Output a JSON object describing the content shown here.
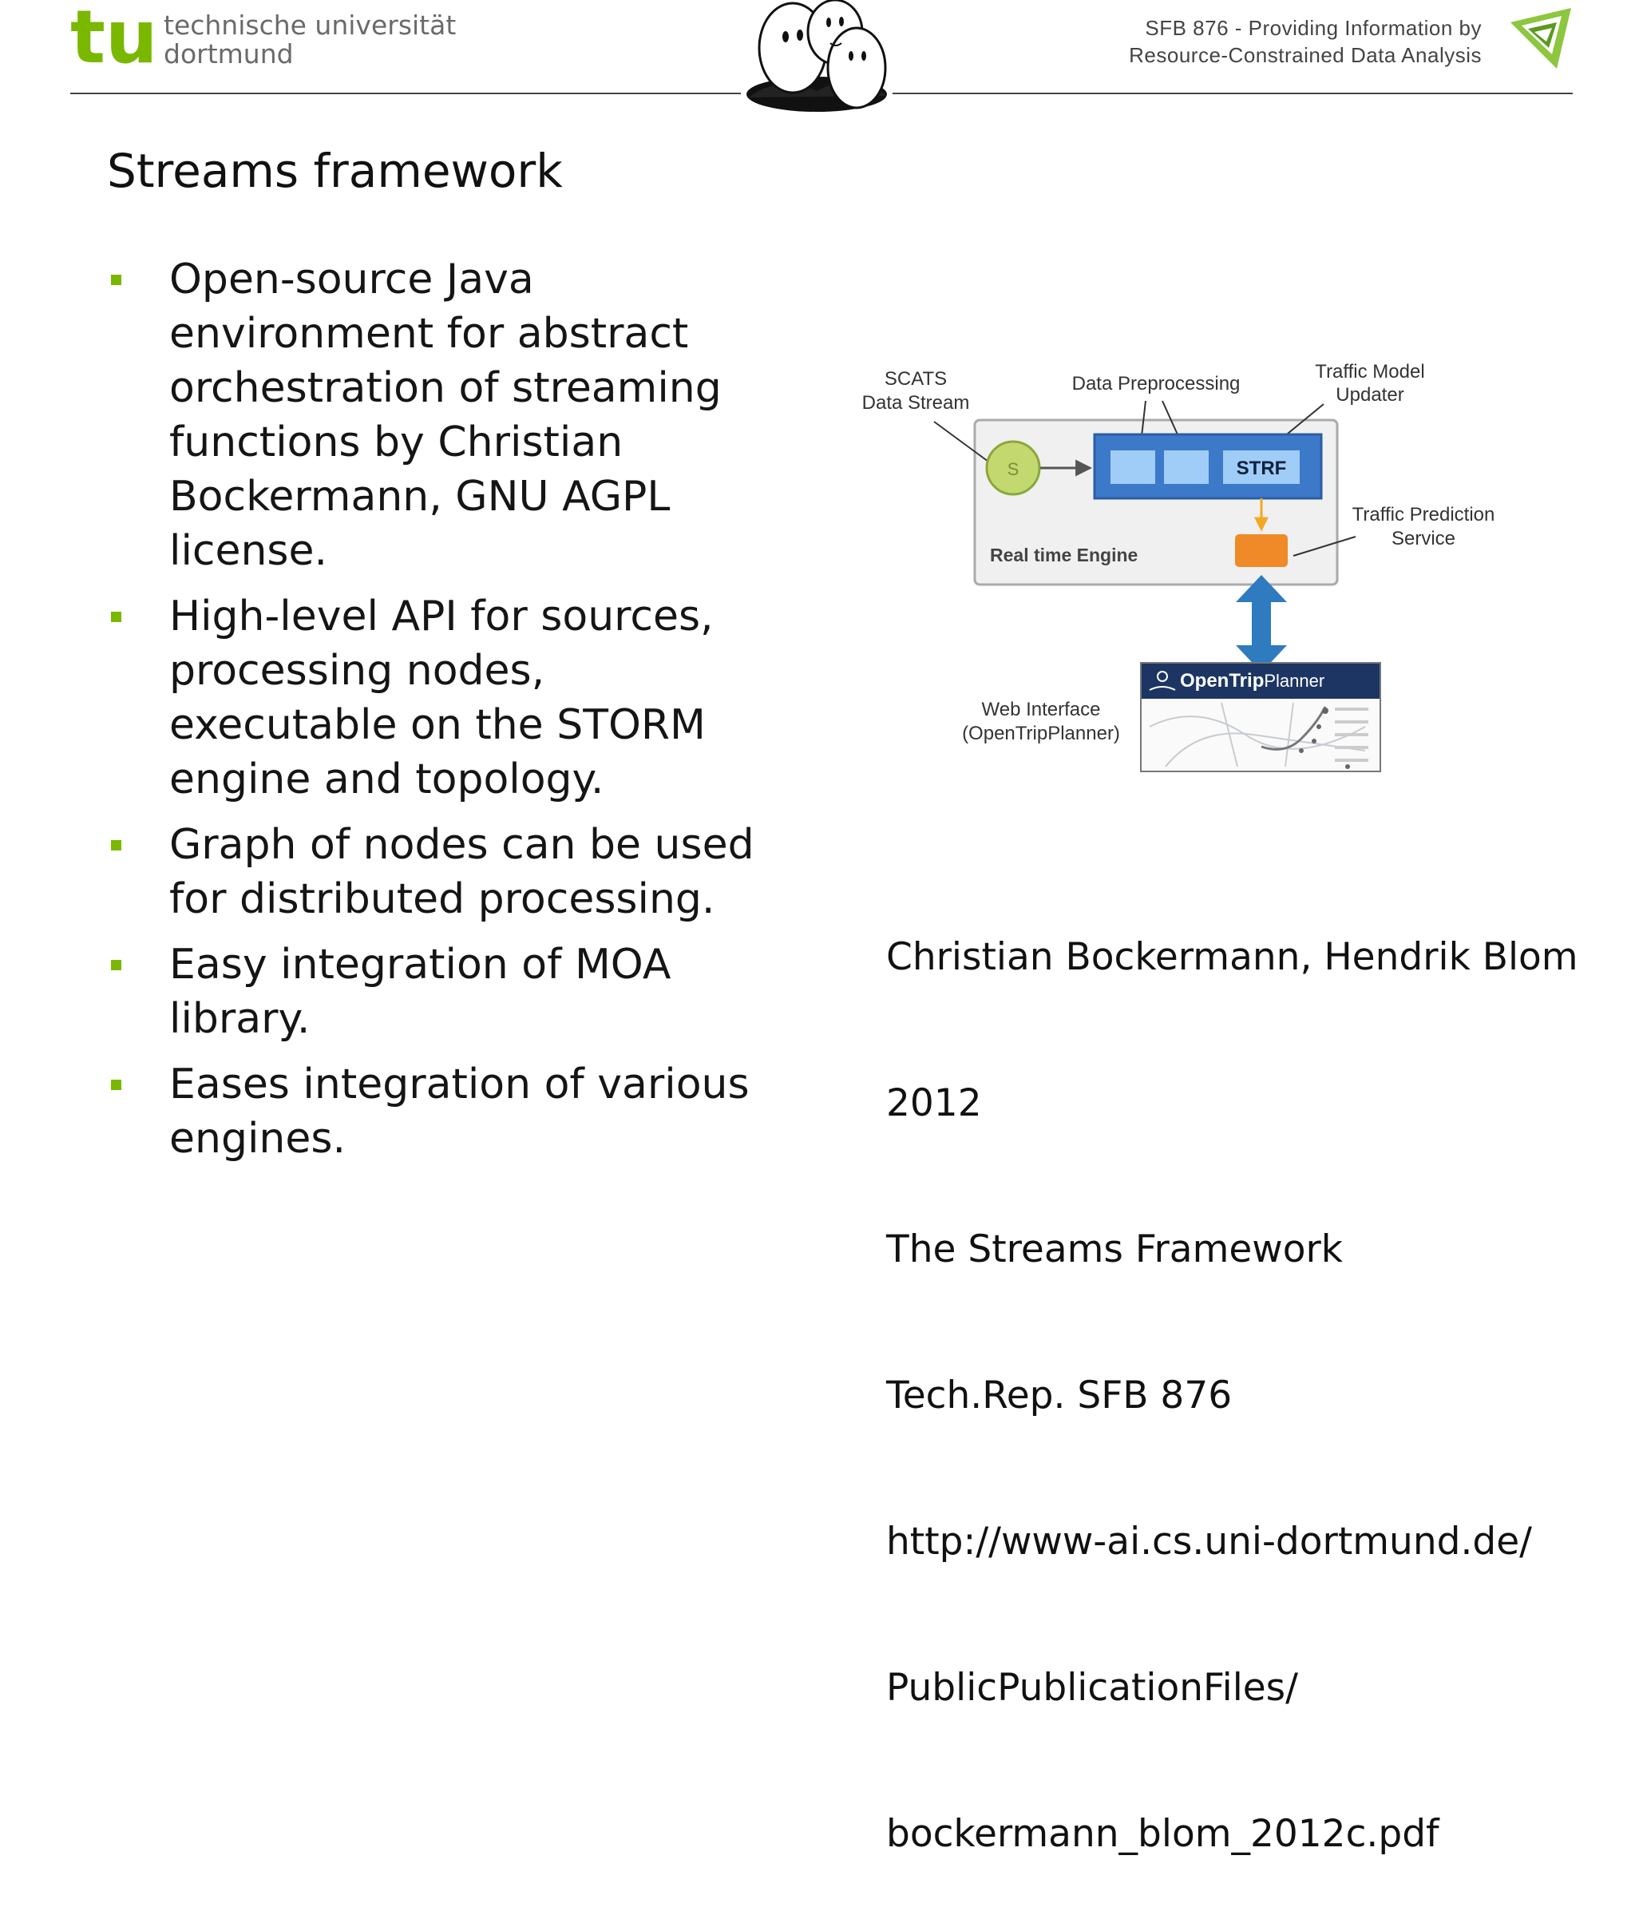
{
  "header": {
    "uni_line1": "technische universität",
    "uni_line2": "dortmund",
    "sfb_line1": "SFB 876  -  Providing Information by",
    "sfb_line2": "Resource-Constrained Data Analysis",
    "tu_logo_text": "tu",
    "accent_green": "#7ab800"
  },
  "slide": {
    "title": "Streams framework",
    "bullets": [
      {
        "lines": [
          "Open-source Java",
          "environment for abstract",
          "orchestration of streaming",
          "functions by Christian",
          "Bockermann, GNU AGPL",
          "license."
        ]
      },
      {
        "lines": [
          "High-level API for sources,",
          "processing nodes,",
          "executable on the STORM",
          "engine and topology."
        ]
      },
      {
        "lines": [
          "Graph of nodes can be used",
          "for distributed processing."
        ]
      },
      {
        "lines": [
          "Easy integration of MOA",
          "library."
        ]
      },
      {
        "lines": [
          "Eases integration of various",
          "engines."
        ]
      }
    ]
  },
  "diagram": {
    "scats_line1": "SCATS",
    "scats_line2": "Data Stream",
    "preproc": "Data Preprocessing",
    "tmu_line1": "Traffic Model",
    "tmu_line2": "Updater",
    "source_label": "S",
    "strf": "STRF",
    "engine": "Real time Engine",
    "tps_line1": "Traffic Prediction",
    "tps_line2": "Service",
    "web_line1": "Web Interface",
    "web_line2": "(OpenTripPlanner)",
    "otp_open": "Open",
    "otp_trip": "Trip",
    "otp_planner": "Planner"
  },
  "citation": {
    "lines": [
      "Christian Bockermann, Hendrik Blom",
      "2012",
      "The Streams Framework",
      "Tech.Rep. SFB 876",
      "http://www-ai.cs.uni-dortmund.de/",
      "PublicPublicationFiles/",
      "bockermann_blom_2012c.pdf"
    ]
  }
}
